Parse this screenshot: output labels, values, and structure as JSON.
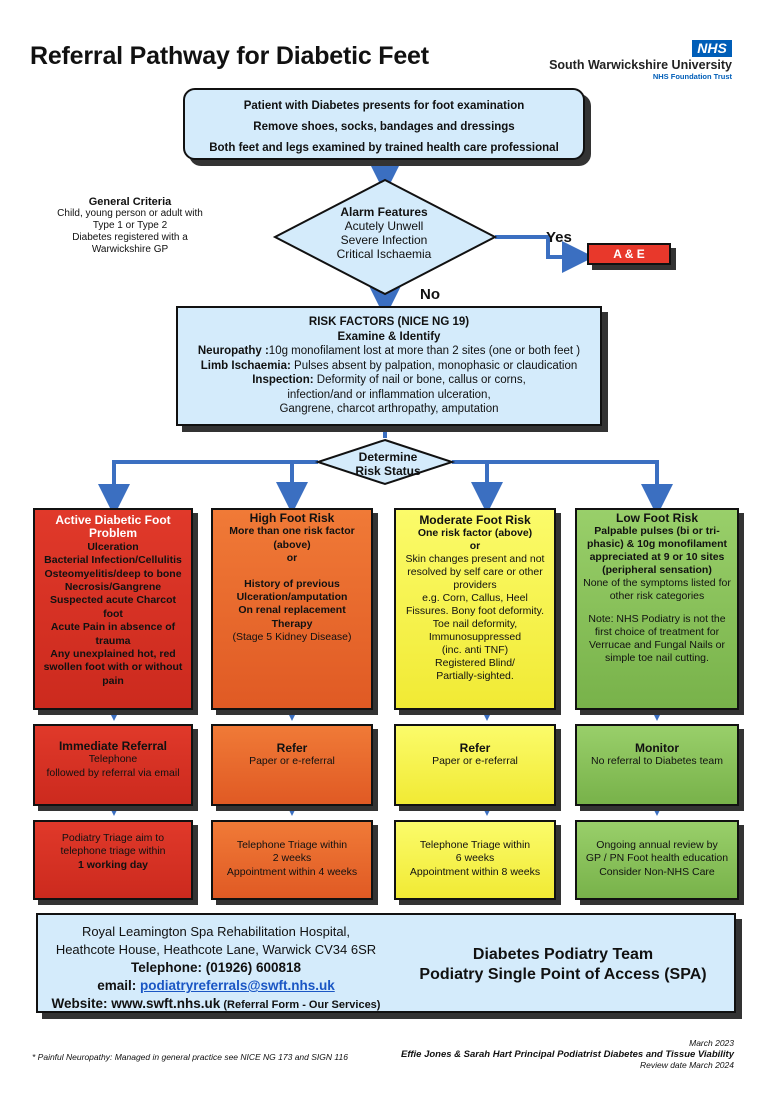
{
  "title": "Referral Pathway for Diabetic Feet",
  "logo": {
    "nhs": "NHS",
    "org_name": "South Warwickshire University",
    "trust": "NHS Foundation Trust"
  },
  "top_box": [
    "Patient with Diabetes presents for foot examination",
    "Remove shoes, socks, bandages and dressings",
    "Both feet and legs examined by trained health care professional"
  ],
  "criteria": {
    "heading": "General Criteria",
    "lines": [
      "Child, young person or adult with",
      "Type 1 or Type 2",
      "Diabetes registered with a",
      "Warwickshire GP"
    ]
  },
  "alarm": {
    "heading": "Alarm Features",
    "lines": [
      "Acutely Unwell",
      "Severe Infection",
      "Critical Ischaemia"
    ],
    "yes": "Yes",
    "no": "No",
    "ae": "A & E"
  },
  "risk": {
    "heading": "RISK FACTORS (NICE NG 19)",
    "subheading": "Examine & Identify",
    "neuropathy_label": "Neuropathy :",
    "neuropathy_text": "10g monofilament lost at more than 2 sites (one or both feet )",
    "ischaemia_label": "Limb Ischaemia:",
    "ischaemia_text": " Pulses absent by palpation, monophasic or claudication",
    "inspection_label": "Inspection:",
    "inspection_text": " Deformity of nail or bone, callus or corns,",
    "inspection_line2": "infection/and or inflammation ulceration,",
    "inspection_line3": "Gangrene, charcot arthropathy, amputation"
  },
  "determine": [
    "Determine",
    "Risk Status"
  ],
  "columns": {
    "active": {
      "heading": "Active Diabetic Foot Problem",
      "lines": [
        "Ulceration",
        "Bacterial Infection/Cellulitis",
        "Osteomyelitis/deep to bone",
        "Necrosis/Gangrene",
        "Suspected acute Charcot foot",
        "Acute Pain in absence of trauma",
        "Any unexplained hot, red swollen foot with or without pain"
      ],
      "action_heading": "Immediate Referral",
      "action_lines": [
        "Telephone",
        "followed by referral via email"
      ],
      "triage_line1": "Podiatry Triage aim to telephone triage within",
      "triage_bold": "1 working day"
    },
    "high": {
      "heading": "High Foot Risk",
      "line1": "More than one risk factor (above)",
      "or": "or",
      "line2": "History of previous Ulceration/amputation",
      "line3": "On renal replacement Therapy",
      "line4": "(Stage 5 Kidney Disease)",
      "action_heading": "Refer",
      "action_text": "Paper or e-referral",
      "triage_lines": [
        "Telephone Triage within",
        "2 weeks",
        "Appointment within 4 weeks"
      ]
    },
    "moderate": {
      "heading": "Moderate Foot Risk",
      "line1": "One risk factor (above)",
      "or": "or",
      "body": [
        "Skin changes present and not resolved by self care or other providers",
        "e.g. Corn, Callus, Heel Fissures. Bony foot deformity.",
        "Toe nail deformity,",
        "Immunosuppressed",
        "(inc. anti TNF)",
        "Registered Blind/",
        "Partially-sighted."
      ],
      "action_heading": "Refer",
      "action_text": "Paper or e-referral",
      "triage_lines": [
        "Telephone Triage within",
        "6 weeks",
        "Appointment within 8 weeks"
      ]
    },
    "low": {
      "heading": "Low Foot Risk",
      "bold_text": "Palpable pulses (bi or tri-phasic) & 10g monofilament appreciated at 9 or 10 sites (peripheral sensation)",
      "text1": "None of the symptoms listed for other risk categories",
      "text2": "Note: NHS Podiatry is not the first choice of treatment for Verrucae and Fungal Nails or simple toe nail cutting.",
      "action_heading": "Monitor",
      "action_text": "No referral to Diabetes team",
      "triage_lines": [
        "Ongoing annual review by",
        "GP / PN Foot health education",
        "Consider Non-NHS Care"
      ]
    }
  },
  "contact": {
    "address1": "Royal Leamington Spa Rehabilitation Hospital,",
    "address2": "Heathcote House, Heathcote Lane, Warwick CV34 6SR",
    "telephone": "Telephone: (01926) 600818",
    "email_label": "email: ",
    "email": "podiatryreferrals@swft.nhs.uk",
    "website": "Website: www.swft.nhs.uk",
    "website_note": " (Referral Form - Our Services)",
    "team": "Diabetes Podiatry Team",
    "spa": "Podiatry Single Point of Access (SPA)"
  },
  "footnote": "* Painful Neuropathy: Managed in general practice see NICE NG 173 and SIGN 116",
  "credits": {
    "date": "March 2023",
    "authors": "Effie Jones & Sarah Hart Principal Podiatrist Diabetes and Tissue Viability",
    "review": "Review date March 2024"
  },
  "colors": {
    "blue_box": "#d4ebfb",
    "arrow": "#3b6fc1",
    "red": "#d83325",
    "orange": "#e86a2e",
    "yellow": "#f7f34c",
    "green": "#8cc35c"
  }
}
